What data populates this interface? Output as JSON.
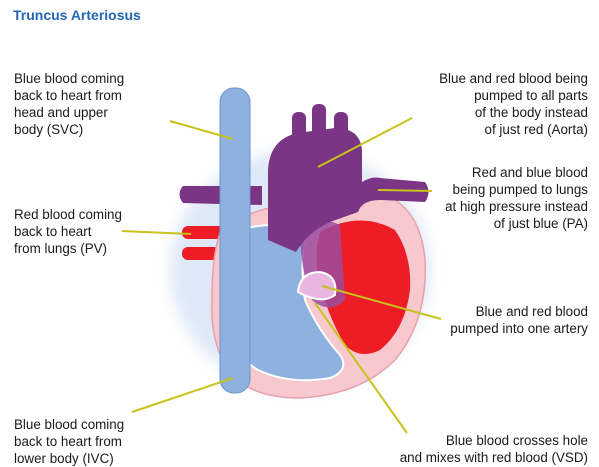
{
  "title": "Truncus Arteriosus",
  "labels": {
    "svc": [
      "Blue blood coming",
      "back to heart from",
      "head and upper",
      "body (SVC)"
    ],
    "pv": [
      "Red blood coming",
      "back to heart",
      "from lungs (PV)"
    ],
    "ivc": [
      "Blue blood coming",
      "back to heart from",
      "lower body (IVC)"
    ],
    "aorta": [
      "Blue and red blood being",
      "pumped to all parts",
      "of the  body instead",
      "of just red (Aorta)"
    ],
    "pa": [
      "Red and blue blood",
      "being pumped to lungs",
      "at high pressure instead",
      "of just blue (PA)"
    ],
    "artery": [
      "Blue and red blood",
      "pumped into one artery"
    ],
    "vsd": [
      "Blue blood crosses hole",
      "and mixes with red blood (VSD)"
    ]
  },
  "colors": {
    "title": "#2266b8",
    "blue_blood": "#8fb1df",
    "red_blood": "#ee1c25",
    "vessel_purple": "#7b3585",
    "wall_pink": "#f7c9cf",
    "leader_line": "#c8c21a"
  }
}
